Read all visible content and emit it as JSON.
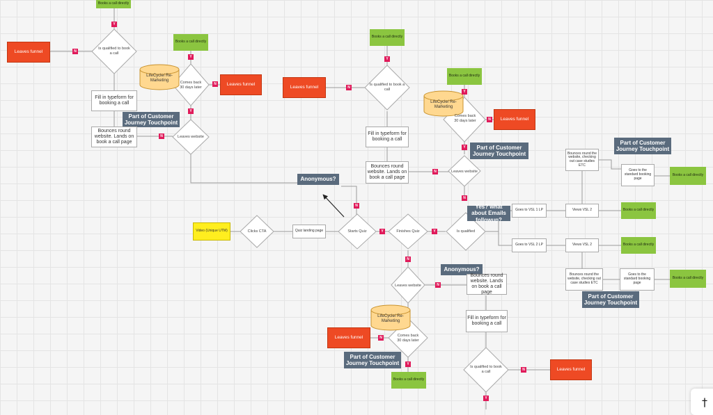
{
  "nodes": [
    {
      "text": "Books a call directly",
      "kind": "green"
    },
    {
      "text": "Leaves funnel",
      "kind": "red"
    },
    {
      "text": "Is qualified to book a call",
      "kind": "diamond"
    },
    {
      "text": "Books a call directly",
      "kind": "green"
    },
    {
      "text": "LifeCycle/ Re-Marketing",
      "kind": "cylinder"
    },
    {
      "text": "Comes back 30 days later",
      "kind": "diamond"
    },
    {
      "text": "Leaves funnel",
      "kind": "red"
    },
    {
      "text": "Fill in typeform for booking a call",
      "kind": "rect"
    },
    {
      "text": "Part of Customer Journey Touchpoint",
      "kind": "note"
    },
    {
      "text": "Bounces round website. Lands on book a call page",
      "kind": "rect"
    },
    {
      "text": "Leaves website",
      "kind": "diamond"
    },
    {
      "text": "Anonymous?",
      "kind": "note"
    },
    {
      "text": "Books a call directly",
      "kind": "green"
    },
    {
      "text": "Leaves funnel",
      "kind": "red"
    },
    {
      "text": "Is qualified to book a call",
      "kind": "diamond"
    },
    {
      "text": "Fill in typeform for booking a call",
      "kind": "rect"
    },
    {
      "text": "Bounces round website. Lands on book a call page",
      "kind": "rect"
    },
    {
      "text": "Leaves website",
      "kind": "diamond"
    },
    {
      "text": "Books a call directly",
      "kind": "green"
    },
    {
      "text": "LifeCycle/ Re-Marketing",
      "kind": "cylinder"
    },
    {
      "text": "Comes back 30 days later",
      "kind": "diamond"
    },
    {
      "text": "Leaves funnel",
      "kind": "red"
    },
    {
      "text": "Part of Customer Journey Touchpoint",
      "kind": "note"
    },
    {
      "text": "Bounces round the website, checking out case studies ETC",
      "kind": "rect"
    },
    {
      "text": "Part of Customer Journey Touchpoint",
      "kind": "note"
    },
    {
      "text": "Goes to the standard booking page",
      "kind": "rect"
    },
    {
      "text": "Books a call directly",
      "kind": "green"
    },
    {
      "text": "Video (Unique UTM)",
      "kind": "yellow"
    },
    {
      "text": "Clicks CTA",
      "kind": "diamond"
    },
    {
      "text": "Quiz landing page",
      "kind": "rect"
    },
    {
      "text": "Starts Quiz",
      "kind": "diamond"
    },
    {
      "text": "Finishes Quiz",
      "kind": "diamond"
    },
    {
      "text": "Is qualified",
      "kind": "diamond"
    },
    {
      "text": "Yes? what about Emails followup?",
      "kind": "note"
    },
    {
      "text": "Goes to VSL 1 LP",
      "kind": "rect"
    },
    {
      "text": "Views VSL 2",
      "kind": "rect"
    },
    {
      "text": "Books a call directly",
      "kind": "green"
    },
    {
      "text": "Goes to VSL 2 LP",
      "kind": "rect"
    },
    {
      "text": "Views VSL 2",
      "kind": "rect"
    },
    {
      "text": "Books a call directly",
      "kind": "green"
    },
    {
      "text": "Anonymous?",
      "kind": "note"
    },
    {
      "text": "Leaves website",
      "kind": "diamond"
    },
    {
      "text": "Bounces round website. Lands on book a call page",
      "kind": "rect"
    },
    {
      "text": "Bounces round the website, checking out case studies ETC",
      "kind": "rect"
    },
    {
      "text": "Goes to the standard booking page",
      "kind": "rect"
    },
    {
      "text": "Books a call directly",
      "kind": "green"
    },
    {
      "text": "Part of Customer Journey Touchpoint",
      "kind": "note"
    },
    {
      "text": "LifeCycle/ Re-Marketing",
      "kind": "cylinder"
    },
    {
      "text": "Fill in typeform for booking a call",
      "kind": "rect"
    },
    {
      "text": "Leaves funnel",
      "kind": "red"
    },
    {
      "text": "Comes back 30 days later",
      "kind": "diamond"
    },
    {
      "text": "Part of Customer Journey Touchpoint",
      "kind": "note"
    },
    {
      "text": "Books a call directly",
      "kind": "green"
    },
    {
      "text": "Is qualified to book a call",
      "kind": "diamond"
    },
    {
      "text": "Leaves funnel",
      "kind": "red"
    }
  ],
  "badges": [
    "Y",
    "N",
    "Y",
    "N",
    "Y",
    "N",
    "Y",
    "N",
    "Y",
    "N",
    "Y",
    "N",
    "N",
    "Y",
    "Y",
    "N",
    "N",
    "N",
    "Y",
    "N",
    "Y"
  ],
  "colors": {
    "green": "#8bc540",
    "red": "#ee4a24",
    "yellow": "#ffee1f",
    "note": "#5a6b7d",
    "cylinder": "#ffd890",
    "badge": "#e01a5a"
  },
  "widget_icon": "cross-icon",
  "widget_glyph": "†"
}
